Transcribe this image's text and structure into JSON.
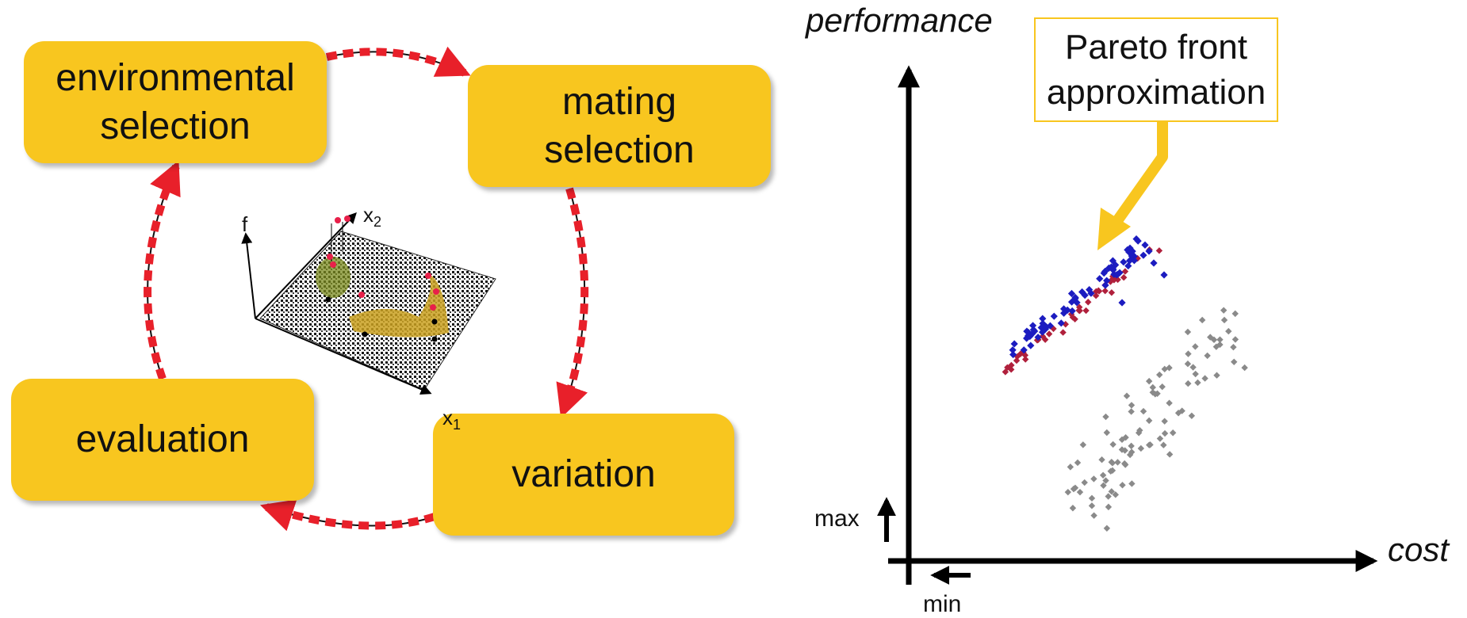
{
  "cycle": {
    "environmental_selection": "environmental\nselection",
    "mating_selection": "mating\nselection",
    "evaluation": "evaluation",
    "variation": "variation"
  },
  "landscape": {
    "f_label": "f",
    "x1_label": "x1",
    "x2_label": "x2"
  },
  "pareto_plot": {
    "y_axis_label": "performance",
    "x_axis_label": "cost",
    "max_label": "max",
    "min_label": "min",
    "callout": "Pareto front\napproximation"
  },
  "colors": {
    "box_fill": "#f8c61f",
    "cycle_arrow": "#e8202a",
    "front_blue": "#1c1cc0",
    "front_red": "#b0203c",
    "dominated_gray": "#8a8a8a"
  }
}
